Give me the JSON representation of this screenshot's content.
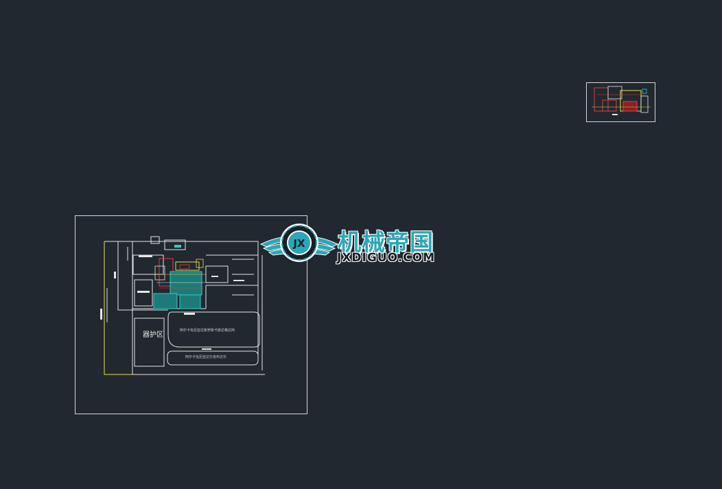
{
  "viewport": {
    "background_color": "#212830"
  },
  "drawing_sheet": {
    "zone_label": "器护区",
    "road_label_1": "阿尔卡瓦尼亚达斯罗斯卡斯达格达阿",
    "road_label_2": "阿尔卡瓦尼亚达尔克布达尔"
  },
  "watermark": {
    "brand_cn": "机械帝国",
    "brand_en": "JXDIGUO.COM",
    "emblem_letters": "JX",
    "accent_color": "#2aa7b8"
  },
  "colors": {
    "frame": "#d8d8d8",
    "cad_yellow": "#e8e04a",
    "cad_cyan": "#2bd0c8",
    "cad_red": "#e04040",
    "cad_white": "#e6e6e6"
  }
}
